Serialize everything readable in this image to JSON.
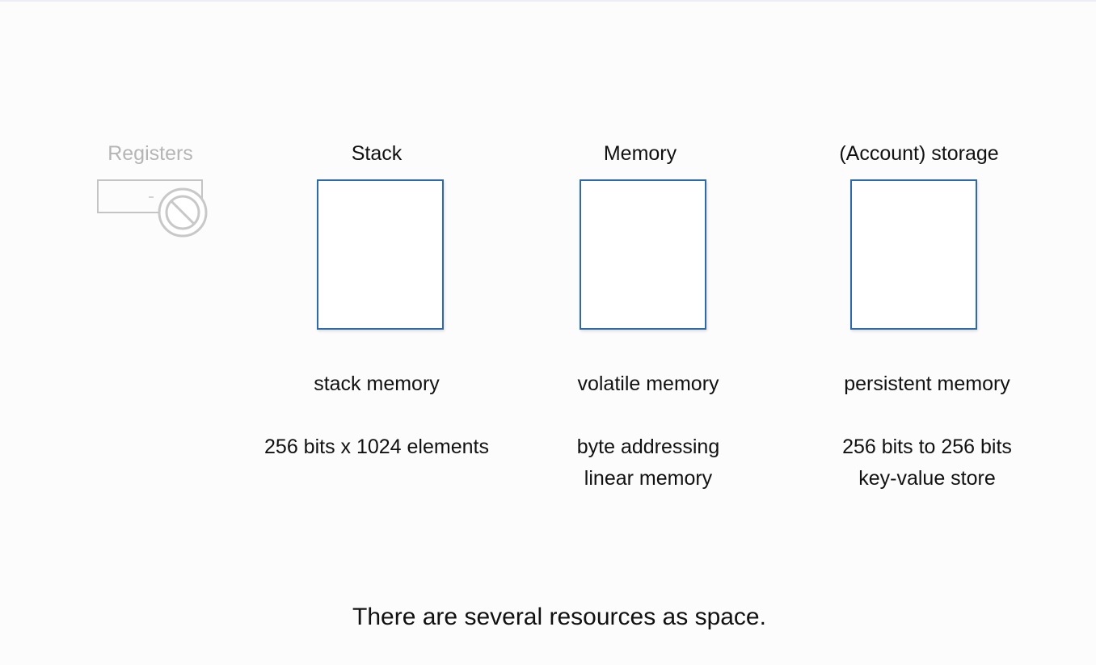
{
  "columns": {
    "registers": {
      "title": "Registers"
    },
    "stack": {
      "title": "Stack",
      "kind": "stack memory",
      "details": [
        "256 bits x 1024 elements"
      ]
    },
    "memory": {
      "title": "Memory",
      "kind": "volatile memory",
      "details": [
        "byte addressing",
        "linear memory"
      ]
    },
    "storage": {
      "title": "(Account) storage",
      "kind": "persistent memory",
      "details": [
        "256 bits to 256 bits",
        "key-value store"
      ]
    }
  },
  "caption": "There are several resources as space.",
  "colors": {
    "box_border": "#2e6aa8",
    "disabled_gray": "#b5b5b5"
  },
  "icons": {
    "registers": "register-box-icon",
    "prohibited": "no-entry-icon"
  }
}
